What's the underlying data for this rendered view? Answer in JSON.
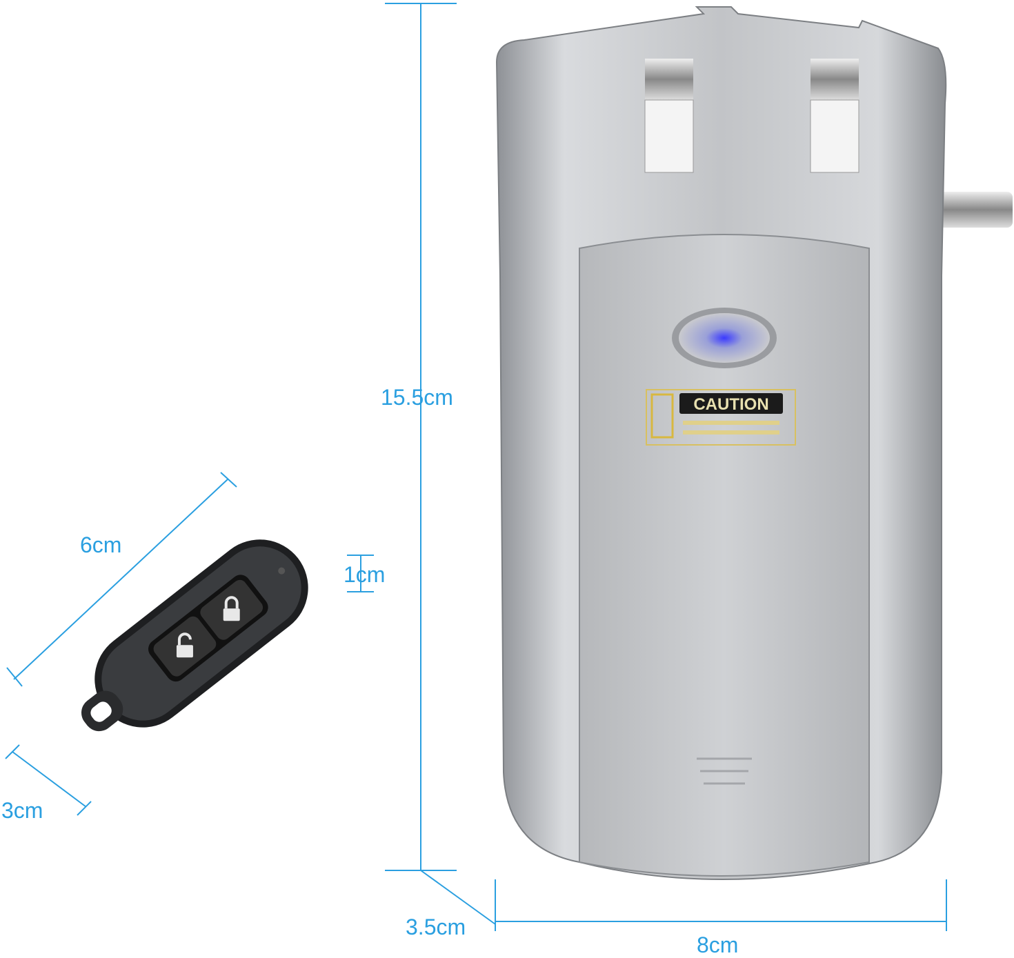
{
  "dimensions": {
    "lock_height": "15.5cm",
    "lock_width": "8cm",
    "lock_depth": "3.5cm",
    "remote_length": "6cm",
    "remote_width": "3cm",
    "remote_thickness": "1cm"
  },
  "lock": {
    "label_heading": "CAUTION",
    "indicator_color": "#3a3aff"
  },
  "remote": {
    "buttons": [
      "unlock-icon",
      "lock-icon"
    ]
  },
  "colors": {
    "dimension_lines": "#2a9fe0",
    "lock_body": "#c4c6c9",
    "remote_body": "#1e1f21"
  }
}
